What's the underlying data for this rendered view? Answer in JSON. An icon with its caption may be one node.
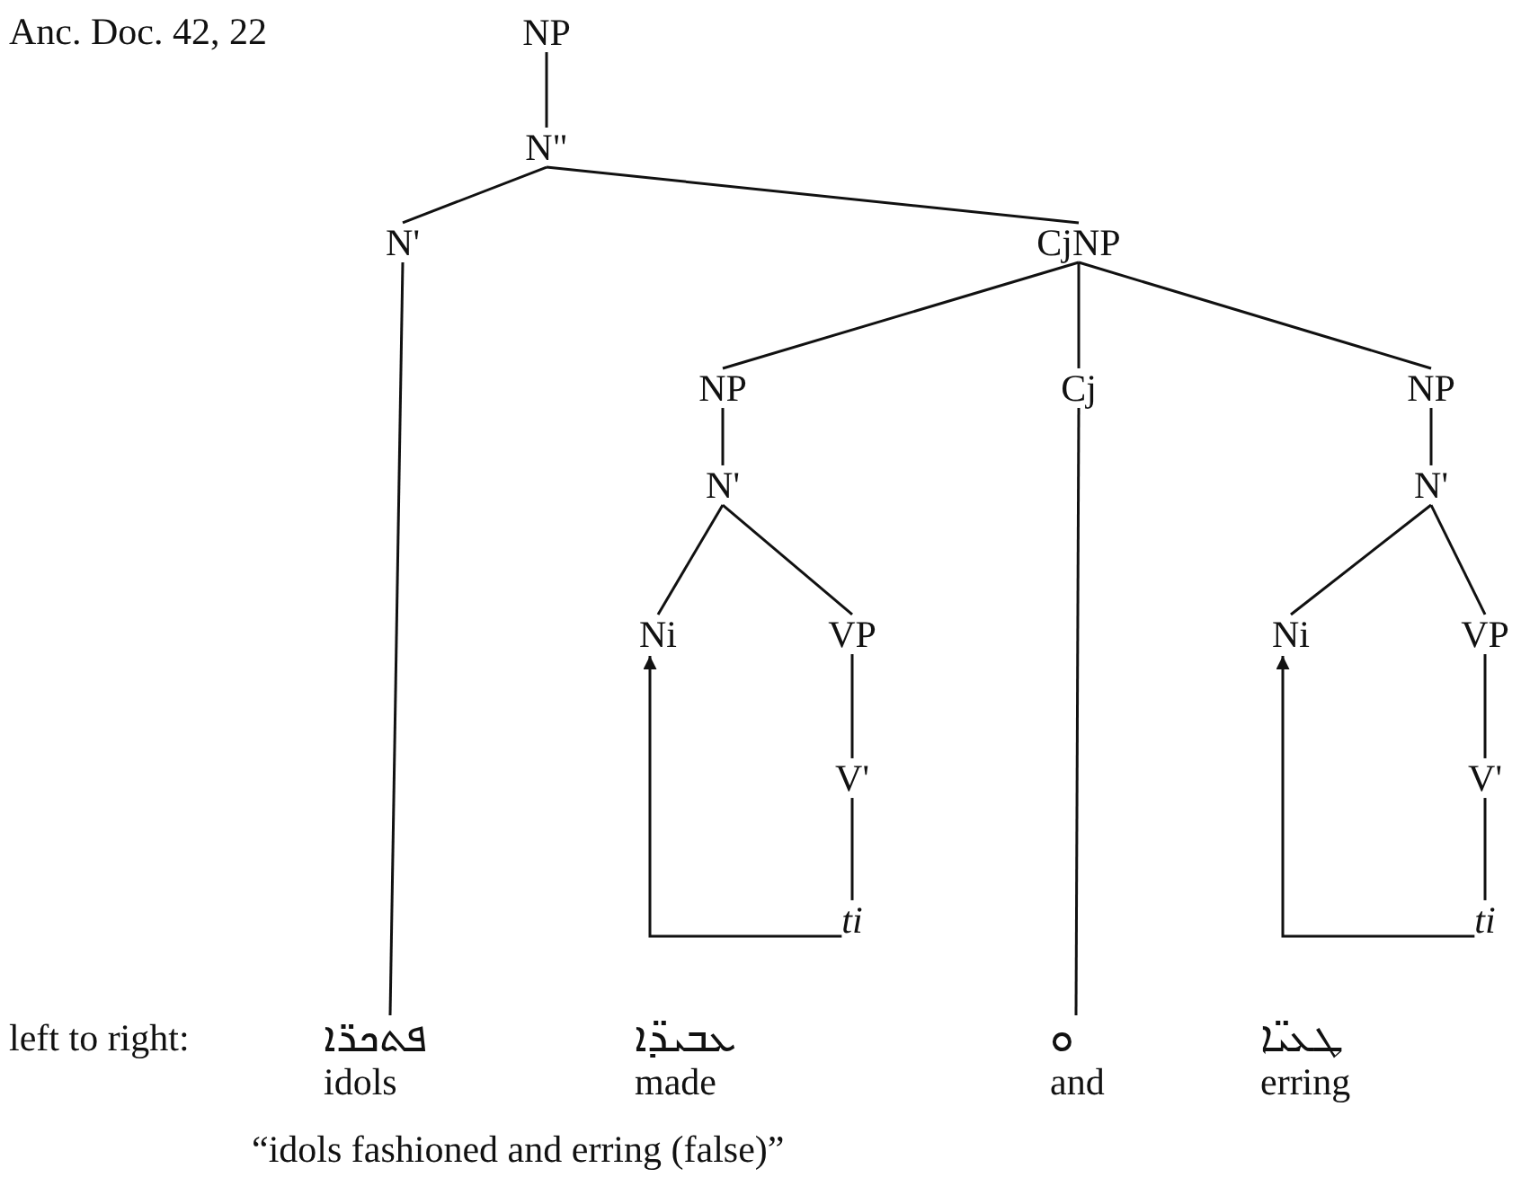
{
  "diagram": {
    "nodes": [
      {
        "text": [
          "NP"
        ]
      },
      {
        "text": [
          "N\""
        ]
      },
      {
        "text": [
          "N'"
        ]
      },
      {
        "text": [
          "CjNP"
        ]
      },
      {
        "text": [
          "NP"
        ]
      },
      {
        "text": [
          "Cj"
        ]
      },
      {
        "text": [
          "NP"
        ]
      },
      {
        "text": [
          "N'"
        ]
      },
      {
        "text": [
          "N'"
        ]
      },
      {
        "text": [
          "Ni"
        ]
      },
      {
        "text": [
          "VP"
        ]
      },
      {
        "text": [
          "Ni"
        ]
      },
      {
        "text": [
          "VP"
        ]
      },
      {
        "text": [
          "V'"
        ]
      },
      {
        "text": [
          "V'"
        ]
      },
      {
        "text": [
          "ti"
        ]
      },
      {
        "text": [
          "ti"
        ]
      },
      {
        "text": [
          "ܦܬܟܪ̈ܐ"
        ],
        "beside": [
          "idols"
        ]
      },
      {
        "text": [
          "ܥܒܝܕ̈ܐ"
        ],
        "beside": [
          "made"
        ]
      },
      {
        "text": [
          "ܘ"
        ],
        "beside": [
          "and"
        ]
      },
      {
        "text": [
          "ܛܥܝ̈ܐ"
        ],
        "beside": [
          "erring"
        ]
      }
    ],
    "edges": [
      {
        "from": 0,
        "to": 1,
        "arrow": "none"
      },
      {
        "from": 1,
        "to": 2,
        "arrow": "none"
      },
      {
        "from": 1,
        "to": 3,
        "arrow": "none"
      },
      {
        "from": 2,
        "to": 17,
        "arrow": "none"
      },
      {
        "from": 3,
        "to": 4,
        "arrow": "none"
      },
      {
        "from": 3,
        "to": 5,
        "arrow": "none"
      },
      {
        "from": 3,
        "to": 6,
        "arrow": "none"
      },
      {
        "from": 4,
        "to": 7,
        "arrow": "none"
      },
      {
        "from": 6,
        "to": 8,
        "arrow": "none"
      },
      {
        "from": 7,
        "to": 9,
        "arrow": "none"
      },
      {
        "from": 7,
        "to": 10,
        "arrow": "none"
      },
      {
        "from": 8,
        "to": 11,
        "arrow": "none"
      },
      {
        "from": 8,
        "to": 12,
        "arrow": "none"
      },
      {
        "from": 10,
        "to": 13,
        "arrow": "none"
      },
      {
        "from": 12,
        "to": 14,
        "arrow": "none"
      },
      {
        "from": 13,
        "to": 15,
        "arrow": "none"
      },
      {
        "from": 14,
        "to": 16,
        "arrow": "none"
      },
      {
        "from": 5,
        "to": 19,
        "arrow": "none"
      },
      {
        "from": 15,
        "to": 9,
        "arrow": "to"
      },
      {
        "from": 16,
        "to": 11,
        "arrow": "to"
      }
    ],
    "labels": [
      "Anc. Doc. 42, 22",
      "left to right:",
      "“idols fashioned and erring (false)”"
    ]
  }
}
